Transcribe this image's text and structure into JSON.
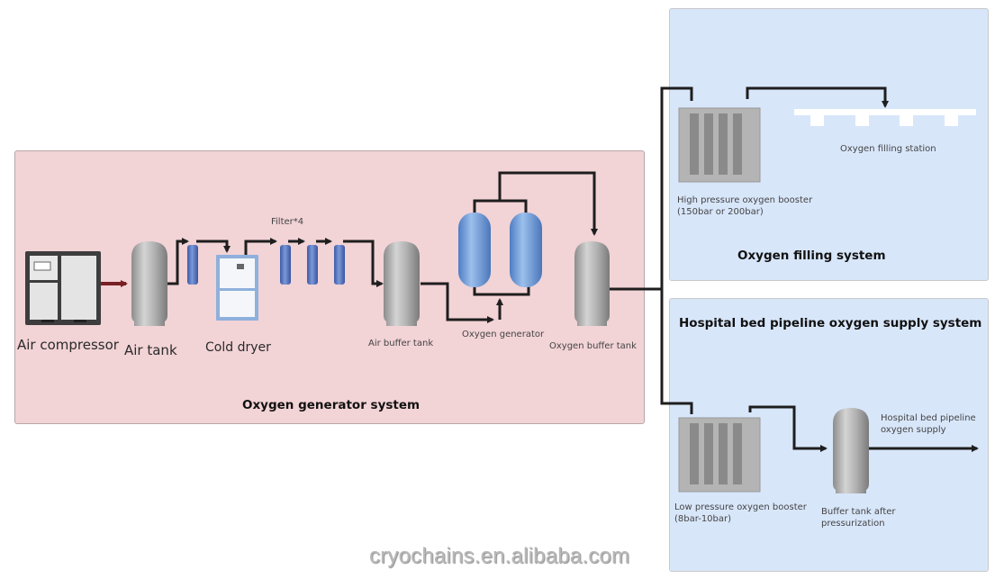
{
  "panels": {
    "generator": {
      "title": "Oxygen generator system",
      "components": {
        "air_compressor": "Air compressor",
        "air_tank": "Air tank",
        "cold_dryer": "Cold dryer",
        "filters": "Filter*4",
        "air_buffer_tank": "Air buffer tank",
        "oxygen_generator": "Oxygen generator",
        "oxygen_buffer_tank": "Oxygen buffer tank"
      }
    },
    "filling": {
      "title": "Oxygen filling system",
      "booster_line1": "High pressure oxygen booster",
      "booster_line2": "(150bar or 200bar)",
      "station": "Oxygen filling station"
    },
    "hospital": {
      "title": "Hospital bed pipeline oxygen supply system",
      "booster_line1": "Low pressure oxygen booster",
      "booster_line2": "(8bar-10bar)",
      "buffer_line1": "Buffer tank after",
      "buffer_line2": "pressurization",
      "supply_line1": "Hospital bed pipeline",
      "supply_line2": "oxygen supply"
    }
  },
  "colors": {
    "generator_bg": "#f2d3d6",
    "subsystem_bg": "#d8e6fa",
    "pipe": "#1e1e1e",
    "compressor_pipe": "#7a1f23",
    "tank_gray": "#a8a8a8",
    "filter_blue": "#5a7ec4",
    "generator_blue": "#6f9bd6"
  },
  "watermark": "cryochains.en.alibaba.com"
}
